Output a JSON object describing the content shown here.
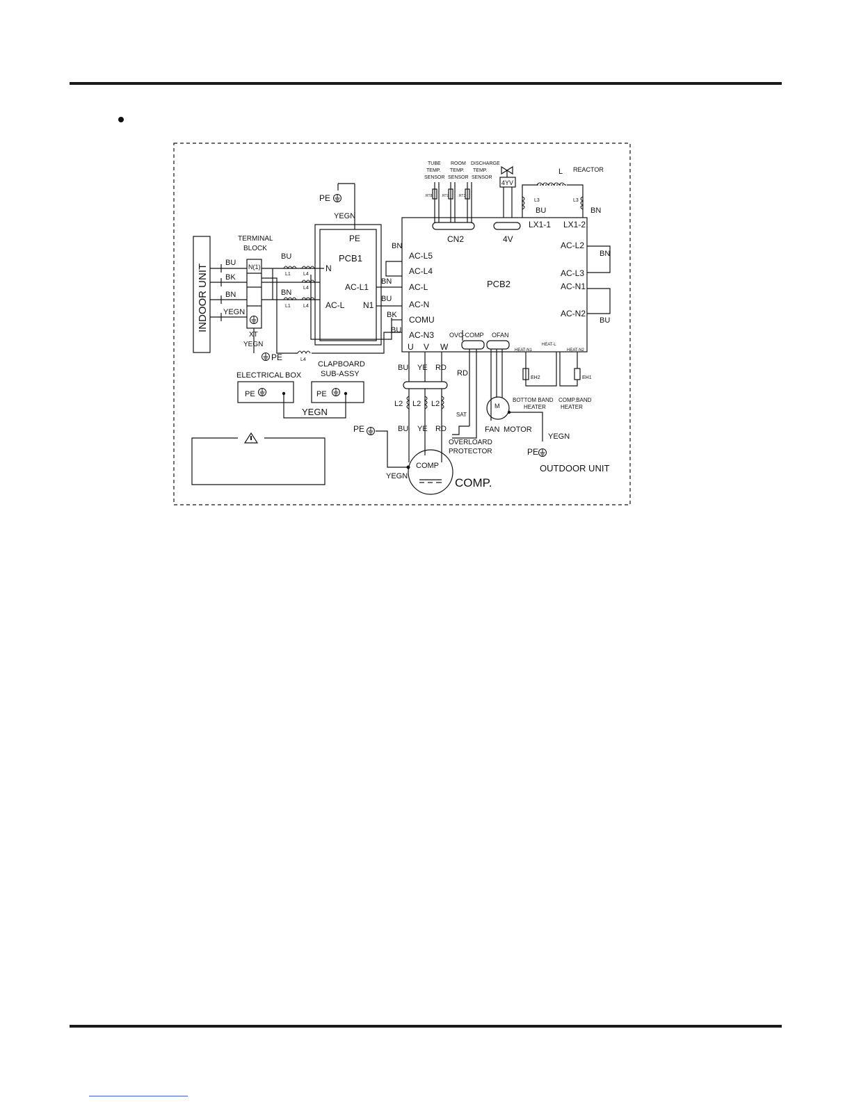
{
  "labels": {
    "indoor_unit": "INDOOR UNIT",
    "terminal_block": [
      "TERMINAL",
      "BLOCK"
    ],
    "terminal_n": "N(1)",
    "xt": "XT",
    "yegn": "YEGN",
    "bu": "BU",
    "bk": "BK",
    "bn": "BN",
    "ye": "YE",
    "rd": "RD",
    "pe": "PE",
    "pcb1": "PCB1",
    "pcb2": "PCB2",
    "n": "N",
    "n1": "N1",
    "ac_l1": "AC-L1",
    "ac_l": "AC-L",
    "ac_l5": "AC-L5",
    "ac_l4": "AC-L4",
    "ac_n": "AC-N",
    "comu": "COMU",
    "ac_n3": "AC-N3",
    "ac_l2": "AC-L2",
    "ac_l3": "AC-L3",
    "ac_n1": "AC-N1",
    "ac_n2": "AC-N2",
    "l1": "L1",
    "l2": "L2",
    "l3": "L3",
    "l4": "L4",
    "l": "L",
    "reactor": "REACTOR",
    "lx1_1": "LX1-1",
    "lx1_2": "LX1-2",
    "cn2": "CN2",
    "v4": "4V",
    "yv4": "4YV",
    "tube_sensor": [
      "TUBE",
      "TEMP.",
      "SENSOR"
    ],
    "room_sensor": [
      "ROOM",
      "TEMP.",
      "SENSOR"
    ],
    "discharge_sensor": [
      "DISCHARGE",
      "TEMP.",
      "SENSOR"
    ],
    "rt8": "RT8",
    "rt2": "RT2",
    "rt3": "RT3",
    "u": "U",
    "v": "V",
    "w": "W",
    "ovc_comp": "OVC-COMP",
    "ofan": "OFAN",
    "heat_n1": "HEAT-N1",
    "heat_l": "HEAT-L",
    "heat_n2": "HEAT-N2",
    "eh1": "EH1",
    "eh2": "EH2",
    "bottom_band_heater": [
      "BOTTOM BAND",
      "HEATER"
    ],
    "comp_band_heater": [
      "COMP.BAND",
      "HEATER"
    ],
    "electrical": "ELECTRICAL",
    "box": "BOX",
    "clapboard": [
      "CLAPBOARD",
      "SUB-ASSY"
    ],
    "sat": "SAT",
    "overload_protector": [
      "OVERLOARD",
      "PROTECTOR"
    ],
    "fan": "FAN",
    "motor": "MOTOR",
    "motor_m": "M",
    "comp_inner": "COMP",
    "comp": "COMP.",
    "outdoor_unit": "OUTDOOR UNIT"
  }
}
